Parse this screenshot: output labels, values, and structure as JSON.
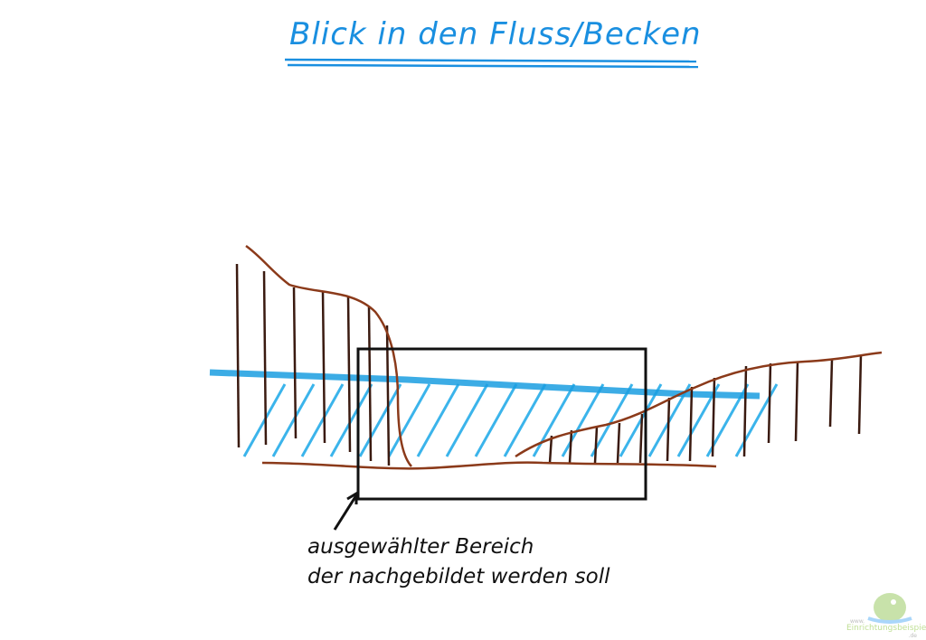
{
  "title": "Blick in den Fluss/Becken",
  "annotation": {
    "line1": "ausgewählter Bereich",
    "line2": "der nachgebildet werden soll"
  },
  "watermark": {
    "prefix": "www.",
    "name": "Einrichtungsbeispiele",
    "suffix": ".de"
  },
  "colors": {
    "water": "#1a9de0",
    "bank": "#8b3a1a",
    "hatch": "#3a1a10",
    "frame": "#111111"
  }
}
